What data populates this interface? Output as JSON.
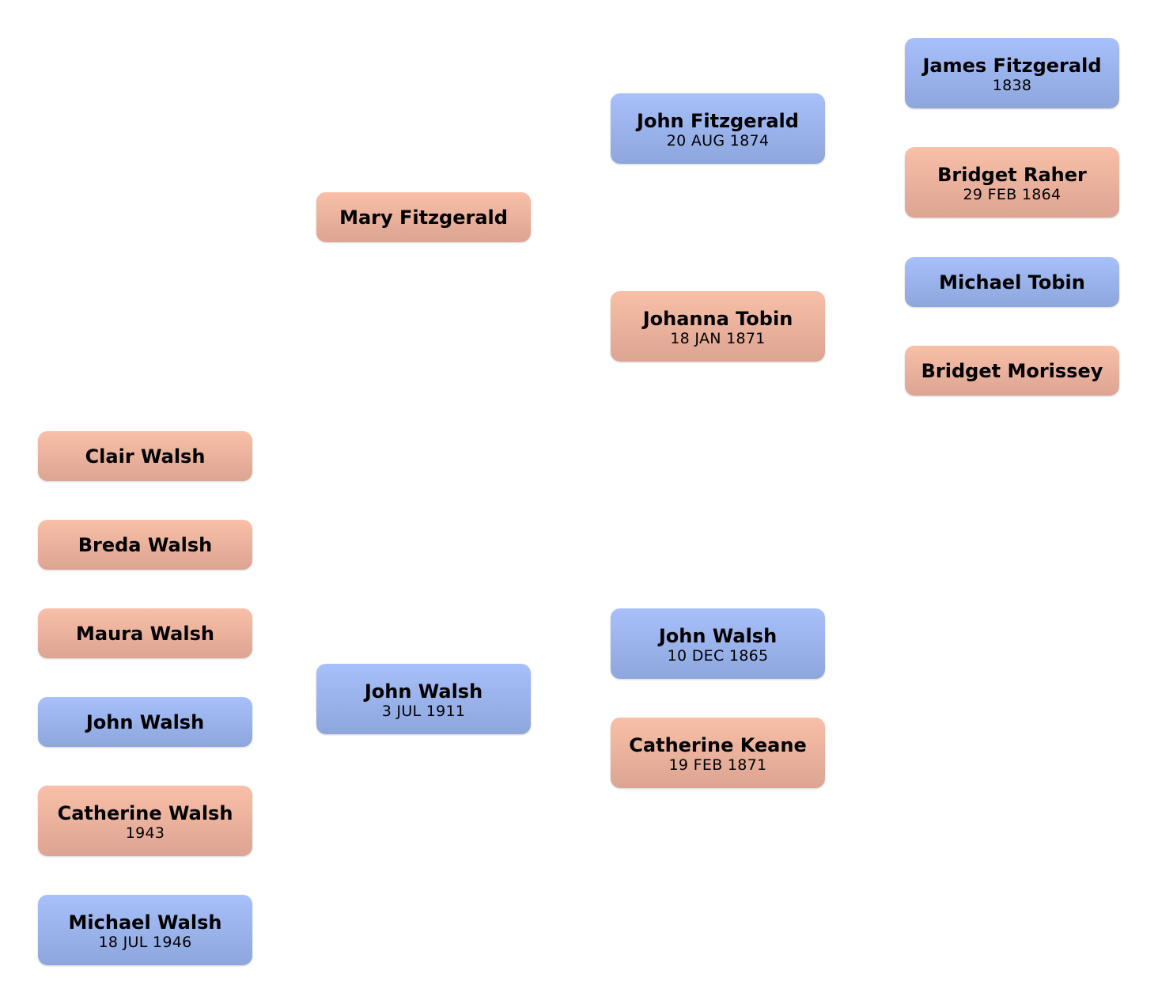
{
  "children": [
    {
      "name": "Clair Walsh",
      "date": "",
      "sex": "female"
    },
    {
      "name": "Breda Walsh",
      "date": "",
      "sex": "female"
    },
    {
      "name": "Maura Walsh",
      "date": "",
      "sex": "female"
    },
    {
      "name": "John Walsh",
      "date": "",
      "sex": "male"
    },
    {
      "name": "Catherine Walsh",
      "date": "1943",
      "sex": "female"
    },
    {
      "name": "Michael Walsh",
      "date": "18 JUL 1946",
      "sex": "male"
    }
  ],
  "parents": {
    "mother": {
      "name": "Mary Fitzgerald",
      "date": "",
      "sex": "female"
    },
    "father": {
      "name": "John Walsh",
      "date": "3 JUL 1911",
      "sex": "male"
    }
  },
  "grandparents": {
    "maternal_grandfather": {
      "name": "John Fitzgerald",
      "date": "20 AUG 1874",
      "sex": "male"
    },
    "maternal_grandmother": {
      "name": "Johanna Tobin",
      "date": "18 JAN 1871",
      "sex": "female"
    },
    "paternal_grandfather": {
      "name": "John Walsh",
      "date": "10 DEC 1865",
      "sex": "male"
    },
    "paternal_grandmother": {
      "name": "Catherine Keane",
      "date": "19 FEB 1871",
      "sex": "female"
    }
  },
  "great_grandparents": [
    {
      "name": "James Fitzgerald",
      "date": "1838",
      "sex": "male"
    },
    {
      "name": "Bridget Raher",
      "date": "29 FEB 1864",
      "sex": "female"
    },
    {
      "name": "Michael Tobin",
      "date": "",
      "sex": "male"
    },
    {
      "name": "Bridget Morissey",
      "date": "",
      "sex": "female"
    }
  ],
  "colors": {
    "male_top": "#a8c0fb",
    "male_bottom": "#8da6dc",
    "female_top": "#f9bfa7",
    "female_bottom": "#dca492"
  }
}
